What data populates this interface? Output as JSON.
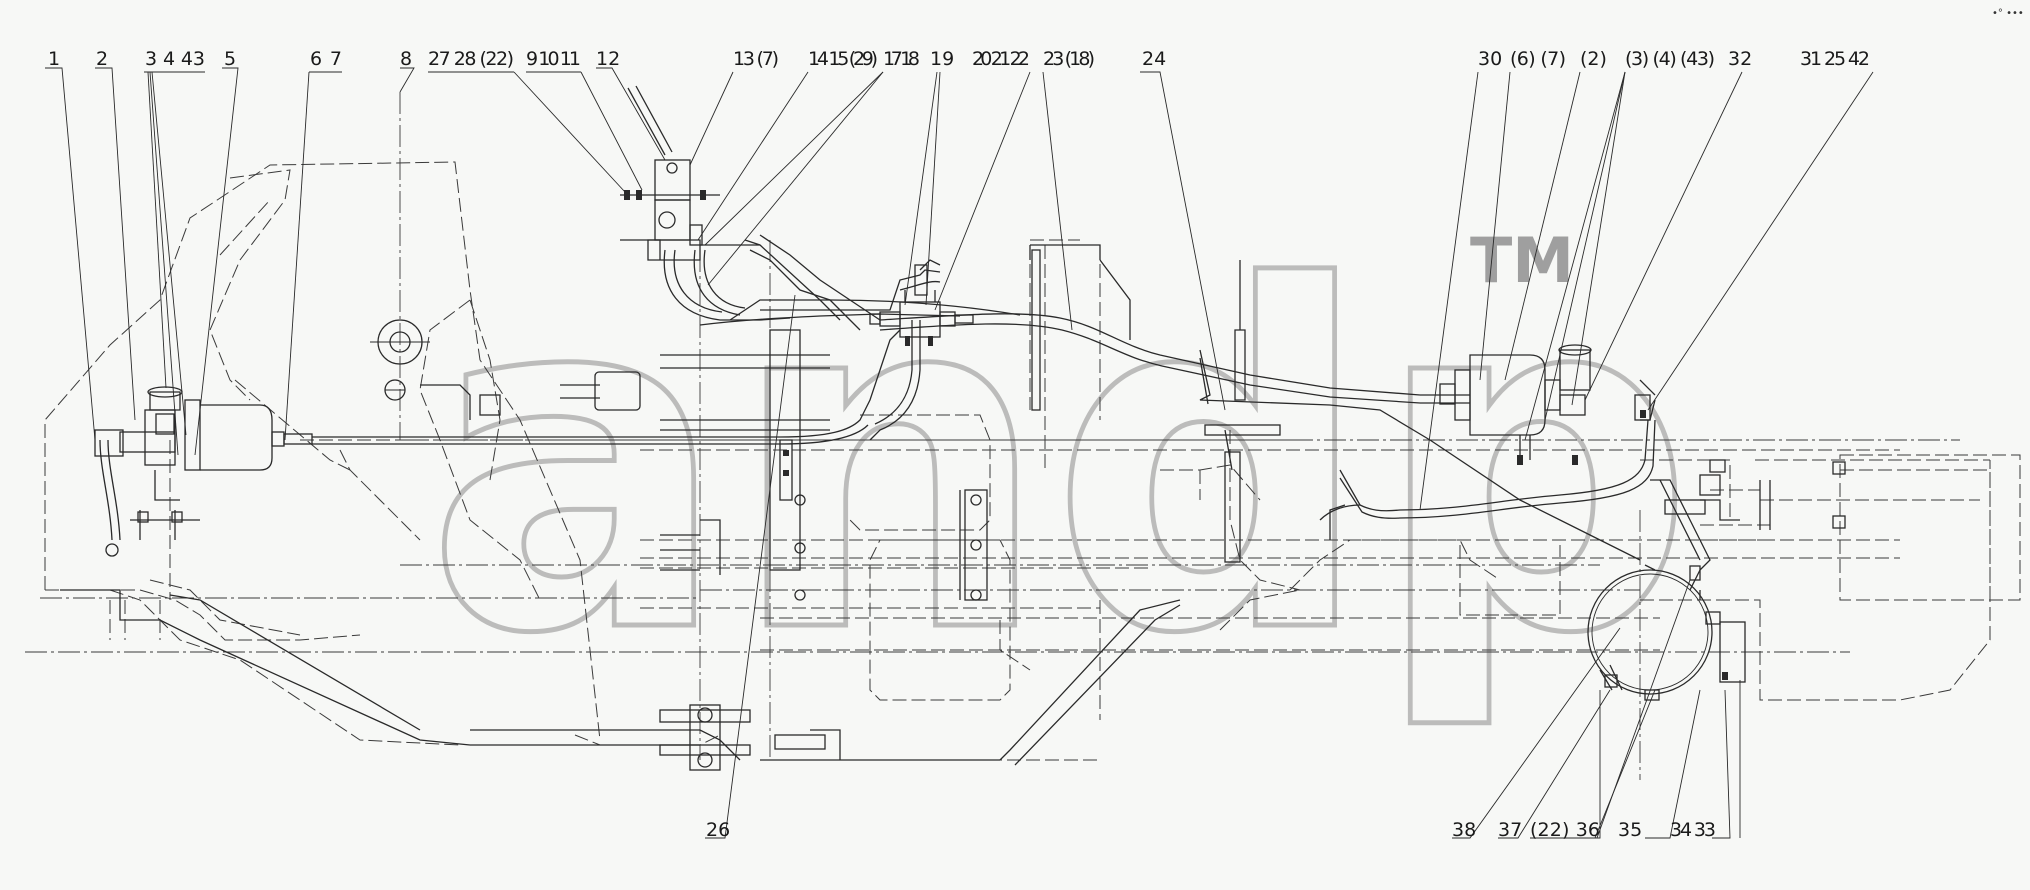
{
  "watermark": {
    "text": "andp",
    "tm": "TM"
  },
  "corner_mark": "•° •••",
  "callouts_top": [
    "1",
    "2",
    "3 4 43",
    "5",
    "6 7",
    "8",
    "27 28 (22)",
    "9 10 11",
    "12",
    "13 (7)",
    "14 15 (29)",
    "17 18",
    "19",
    "20 21 22",
    "23 (18)",
    "24",
    "30",
    "(6) (7)",
    "(2)",
    "(3) (4) (43)",
    "32",
    "31 25 42"
  ],
  "callouts_bottom": [
    "26",
    "38",
    "37",
    "(22) 36",
    "35",
    "34 33"
  ]
}
